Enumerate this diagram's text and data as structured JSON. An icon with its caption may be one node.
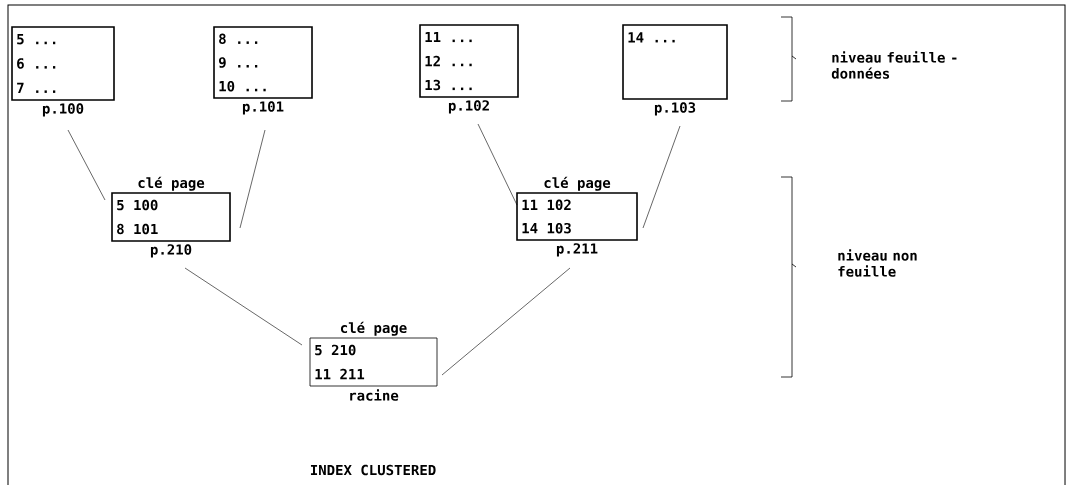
{
  "diagram": {
    "caption": "INDEX CLUSTERED",
    "nodes": [
      {
        "text": [
          "5 ...",
          "6 ...",
          "7 ..."
        ],
        "beside": [
          "p.100"
        ]
      },
      {
        "text": [
          "8 ...",
          "9 ...",
          "10 ..."
        ],
        "beside": [
          "p.101"
        ]
      },
      {
        "text": [
          "11 ...",
          "12 ...",
          "13 ..."
        ],
        "beside": [
          "p.102"
        ]
      },
      {
        "text": [
          "14 ..."
        ],
        "beside": [
          "p.103"
        ]
      },
      {
        "text": [
          "clé page",
          "5 100",
          "8 101"
        ],
        "beside": [
          "p.210"
        ]
      },
      {
        "text": [
          "clé page",
          "11 102",
          "14 103"
        ],
        "beside": [
          "p.211"
        ]
      },
      {
        "text": [
          "clé page",
          "5 210",
          "11 211"
        ],
        "beside": [
          "racine"
        ]
      }
    ],
    "edges": [
      {
        "from": 0,
        "to": 4,
        "arrow": "none"
      },
      {
        "from": 1,
        "to": 4,
        "arrow": "none"
      },
      {
        "from": 2,
        "to": 5,
        "arrow": "none"
      },
      {
        "from": 3,
        "to": 5,
        "arrow": "none"
      },
      {
        "from": 4,
        "to": 6,
        "arrow": "none"
      },
      {
        "from": 5,
        "to": 6,
        "arrow": "none"
      }
    ],
    "labels": [
      "niveau feuille - données",
      "niveau non feuille"
    ]
  }
}
